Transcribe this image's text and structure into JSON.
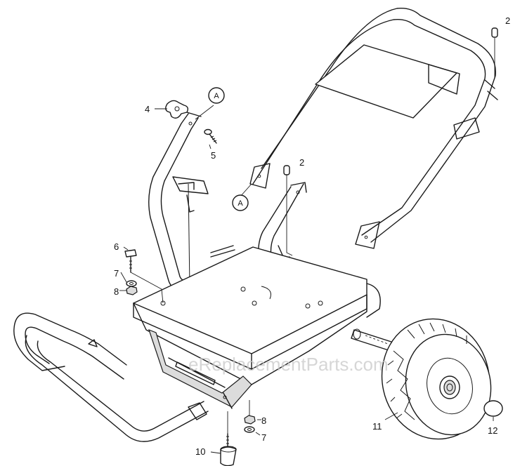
{
  "watermark": "eReplacementParts.com",
  "callout_letter": "A",
  "parts": [
    {
      "id": "2",
      "name": "pin-top"
    },
    {
      "id": "2",
      "name": "pin-middle"
    },
    {
      "id": "4",
      "name": "knob"
    },
    {
      "id": "5",
      "name": "screw"
    },
    {
      "id": "6",
      "name": "bolt"
    },
    {
      "id": "7",
      "name": "washer-upper"
    },
    {
      "id": "8",
      "name": "nut-upper"
    },
    {
      "id": "8",
      "name": "nut-lower"
    },
    {
      "id": "7",
      "name": "washer-lower"
    },
    {
      "id": "10",
      "name": "foot"
    },
    {
      "id": "11",
      "name": "wheel"
    },
    {
      "id": "12",
      "name": "hub-cap"
    }
  ]
}
